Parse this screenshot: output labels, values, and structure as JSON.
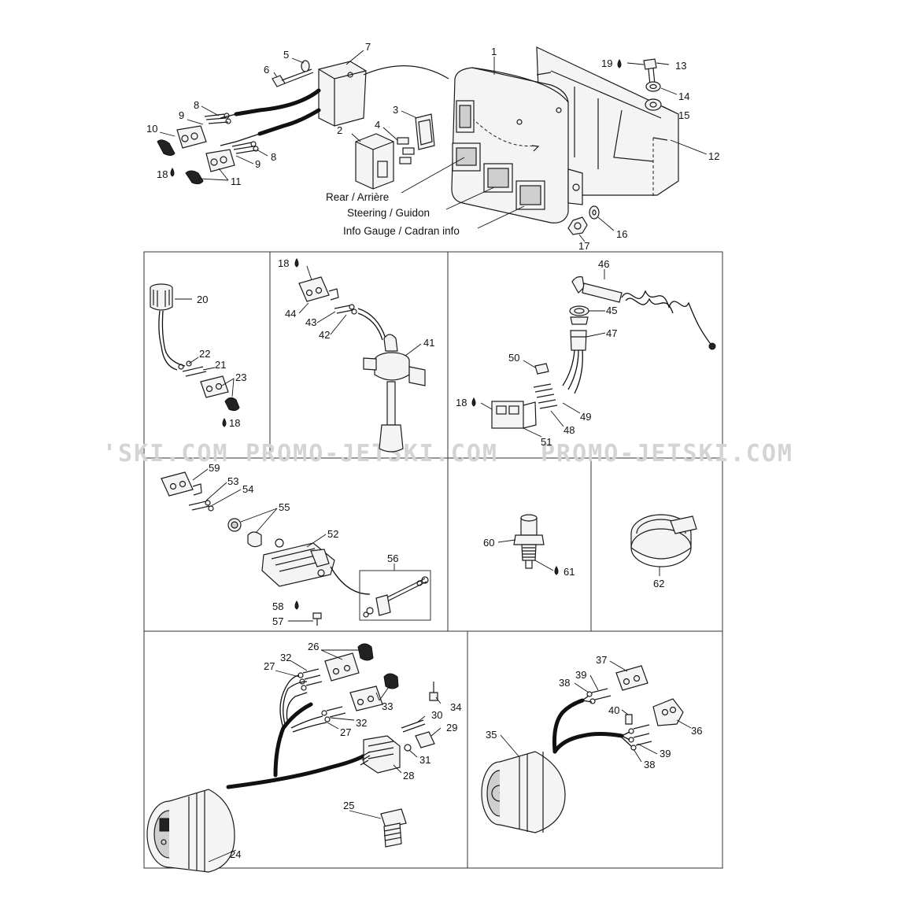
{
  "watermark": {
    "segments": [
      "'SKI.COM",
      "PROMO-JETSKI.COM",
      "PROMO-JETSKI.COM"
    ]
  },
  "captions": {
    "rear": "Rear / Arrière",
    "steering": "Steering / Guidon",
    "info_gauge": "Info Gauge / Cadran info"
  },
  "callouts": {
    "c1": "1",
    "c2": "2",
    "c3": "3",
    "c4": "4",
    "c5": "5",
    "c6": "6",
    "c7": "7",
    "c8a": "8",
    "c8b": "8",
    "c9a": "9",
    "c9b": "9",
    "c10": "10",
    "c11": "11",
    "c12": "12",
    "c13": "13",
    "c14": "14",
    "c15": "15",
    "c16": "16",
    "c17": "17",
    "c18a": "18",
    "c18b": "18",
    "c18c": "18",
    "c18d": "18",
    "c19": "19",
    "c20": "20",
    "c21": "21",
    "c22": "22",
    "c23": "23",
    "c24": "24",
    "c25": "25",
    "c26": "26",
    "c27a": "27",
    "c27b": "27",
    "c28": "28",
    "c29": "29",
    "c30": "30",
    "c31": "31",
    "c32a": "32",
    "c32b": "32",
    "c33": "33",
    "c34": "34",
    "c35": "35",
    "c36": "36",
    "c37": "37",
    "c38a": "38",
    "c38b": "38",
    "c39a": "39",
    "c39b": "39",
    "c40": "40",
    "c41": "41",
    "c42": "42",
    "c43": "43",
    "c44": "44",
    "c45": "45",
    "c46": "46",
    "c47": "47",
    "c48": "48",
    "c49": "49",
    "c50": "50",
    "c51": "51",
    "c52": "52",
    "c53": "53",
    "c54": "54",
    "c55": "55",
    "c56": "56",
    "c57": "57",
    "c58": "58",
    "c59": "59",
    "c60": "60",
    "c61": "61",
    "c62": "62"
  }
}
